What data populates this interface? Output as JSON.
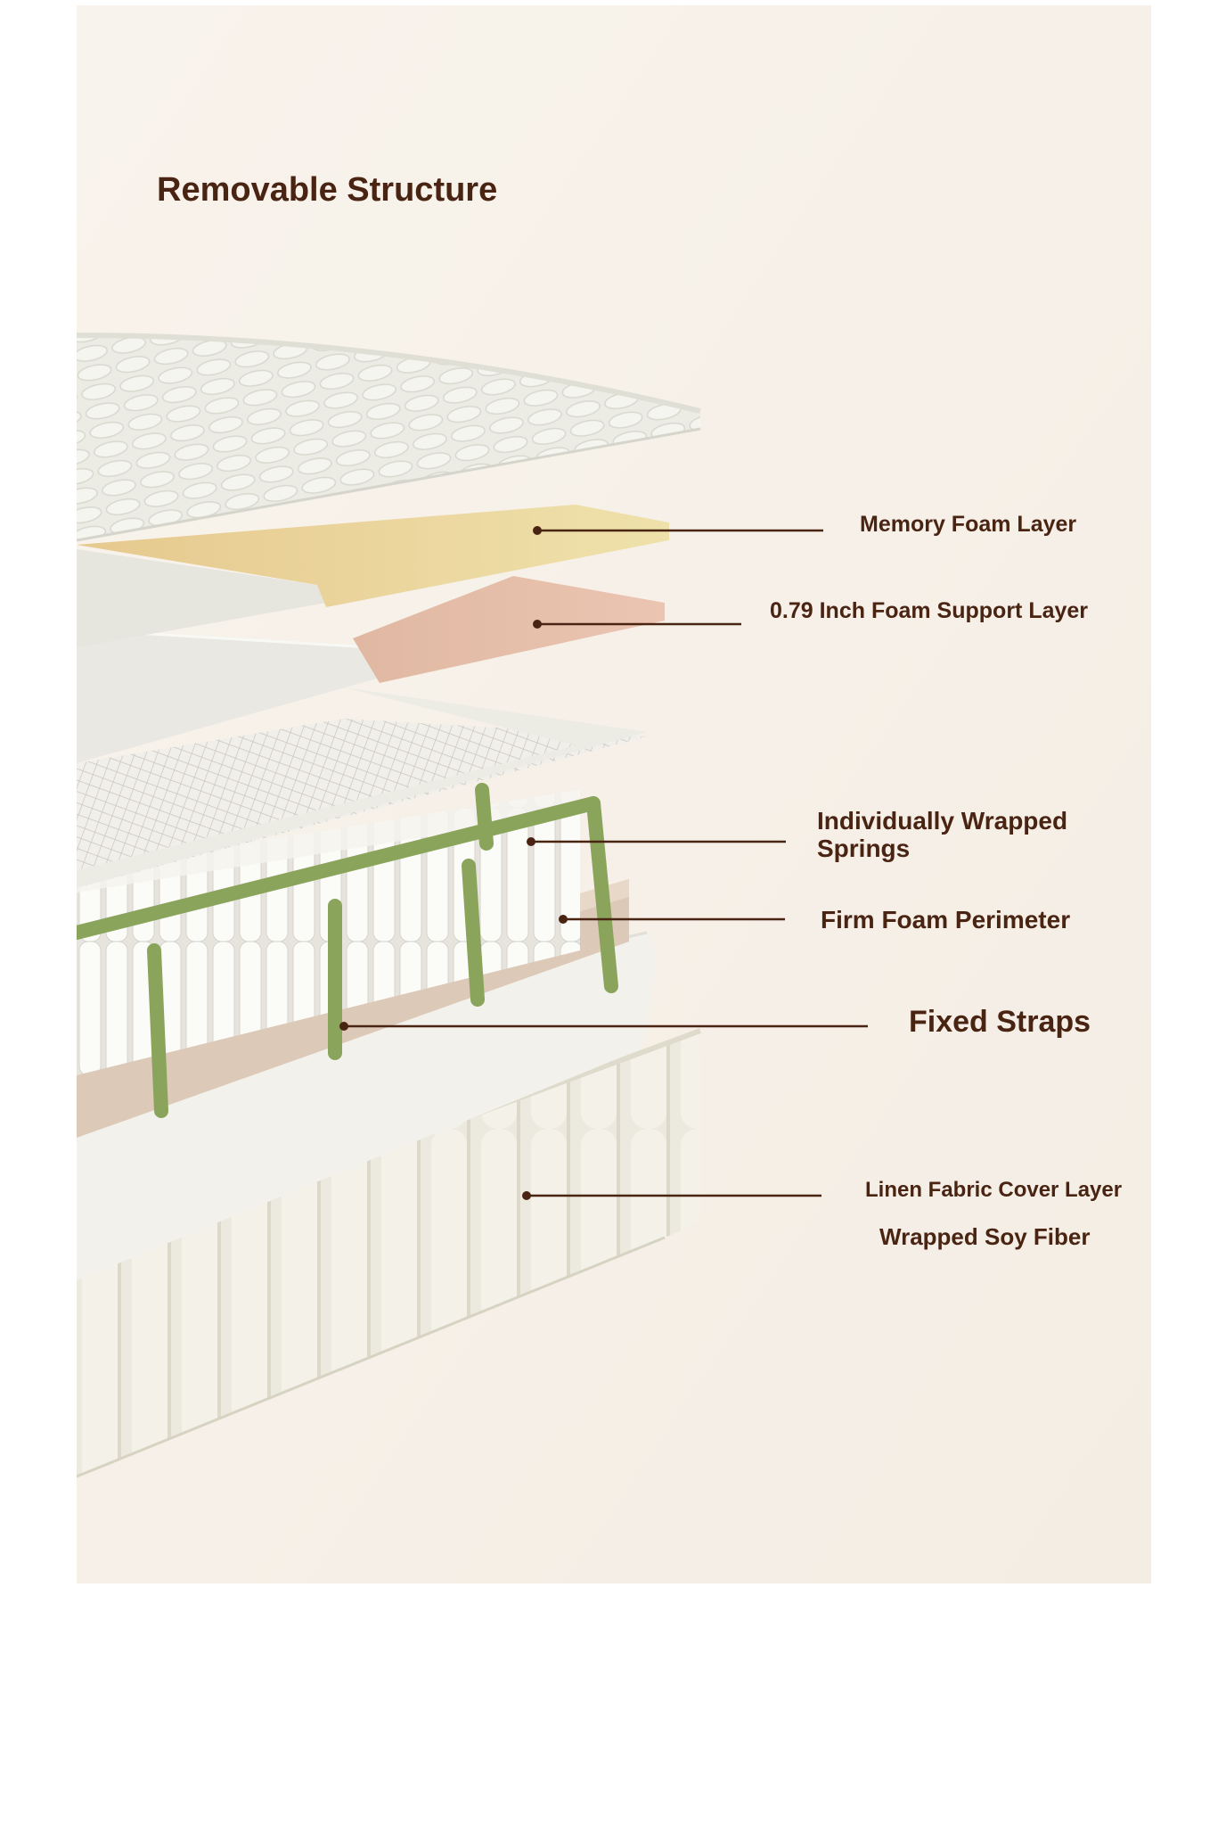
{
  "title": "Removable Structure",
  "labels": {
    "memory_foam": "Memory Foam Layer",
    "foam_support": "0.79 Inch Foam Support Layer",
    "springs": "Individually Wrapped Springs",
    "perimeter": "Firm Foam Perimeter",
    "straps": "Fixed Straps",
    "linen_cover": "Linen Fabric Cover Layer",
    "soy_fiber": "Wrapped Soy Fiber"
  },
  "colors": {
    "background": "#f7f2ec",
    "text": "#4a2412",
    "memory_foam": "#ecd9a6",
    "support_foam": "#e7c2b0",
    "perimeter": "#dcc8b6",
    "straps": "#8ba45c",
    "cover": "#e9e8df"
  }
}
